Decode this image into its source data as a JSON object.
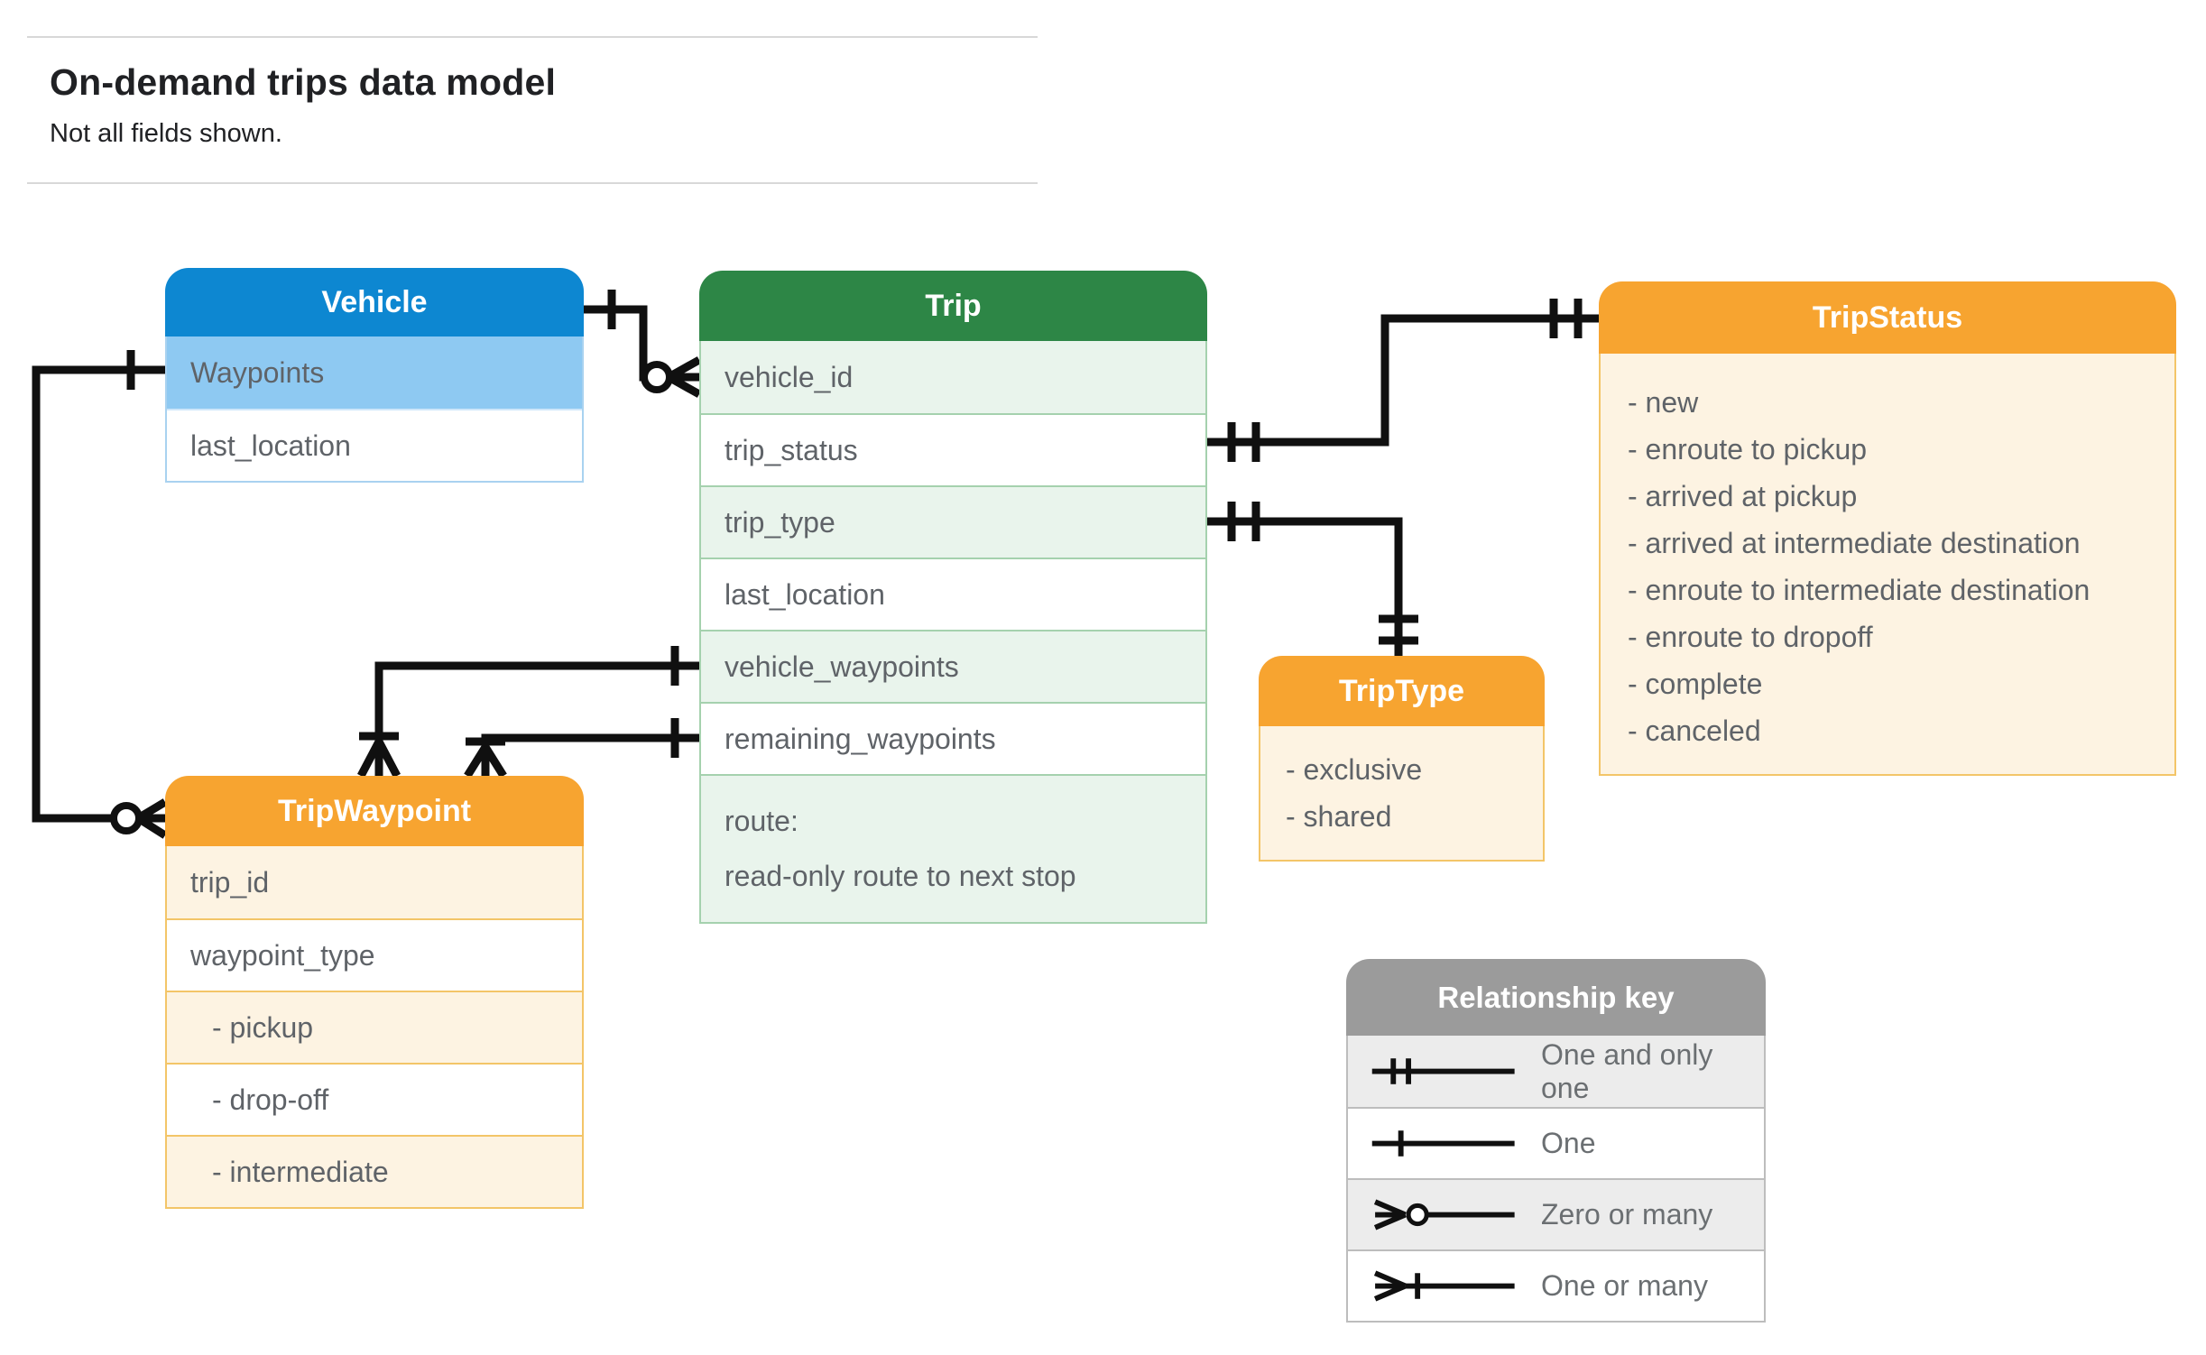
{
  "page": {
    "title": "On-demand trips data model",
    "subtitle": "Not all fields shown."
  },
  "entities": {
    "vehicle": {
      "title": "Vehicle",
      "rows": [
        "Waypoints",
        "last_location"
      ]
    },
    "trip": {
      "title": "Trip",
      "rows": [
        "vehicle_id",
        "trip_status",
        "trip_type",
        "last_location",
        "vehicle_waypoints",
        "remaining_waypoints"
      ],
      "route_row": {
        "line1": "route:",
        "line2": "read-only route to next stop"
      }
    },
    "trip_status": {
      "title": "TripStatus",
      "items": [
        "- new",
        "- enroute to pickup",
        "- arrived at pickup",
        "- arrived at intermediate destination",
        "- enroute to intermediate destination",
        "- enroute to dropoff",
        "- complete",
        "- canceled"
      ]
    },
    "trip_type": {
      "title": "TripType",
      "items": [
        "- exclusive",
        "- shared"
      ]
    },
    "trip_waypoint": {
      "title": "TripWaypoint",
      "rows": [
        "trip_id",
        "waypoint_type",
        "- pickup",
        "- drop-off",
        "- intermediate"
      ]
    }
  },
  "relationships": [
    {
      "from": "Vehicle",
      "from_cardinality": "one",
      "to": "Trip.vehicle_id",
      "to_cardinality": "zero-or-many"
    },
    {
      "from": "Trip.trip_status",
      "from_cardinality": "one-and-only-one",
      "to": "TripStatus",
      "to_cardinality": "one-and-only-one"
    },
    {
      "from": "Trip.trip_type",
      "from_cardinality": "one-and-only-one",
      "to": "TripType",
      "to_cardinality": "one-and-only-one"
    },
    {
      "from": "Trip.vehicle_waypoints",
      "from_cardinality": "one",
      "to": "TripWaypoint",
      "to_cardinality": "one-or-many"
    },
    {
      "from": "Trip.remaining_waypoints",
      "from_cardinality": "one",
      "to": "TripWaypoint",
      "to_cardinality": "one-or-many"
    },
    {
      "from": "Vehicle.Waypoints",
      "from_cardinality": "one",
      "to": "TripWaypoint",
      "to_cardinality": "zero-or-many"
    }
  ],
  "legend": {
    "title": "Relationship key",
    "rows": [
      {
        "symbol": "one-and-only-one",
        "label": "One and only one"
      },
      {
        "symbol": "one",
        "label": "One"
      },
      {
        "symbol": "zero-or-many",
        "label": "Zero or many"
      },
      {
        "symbol": "one-or-many",
        "label": "One or many"
      }
    ]
  },
  "colors": {
    "vehicle_header": "#0d87d1",
    "vehicle_highlight_row": "#8ec9f2",
    "trip_header": "#2d8646",
    "trip_row_alt": "#e9f4ec",
    "enum_header": "#f7a430",
    "enum_row": "#fdf3e2",
    "legend_header": "#9b9b9b",
    "legend_row_alt": "#ececec",
    "connector": "#101010",
    "field_text": "#5f6368"
  }
}
